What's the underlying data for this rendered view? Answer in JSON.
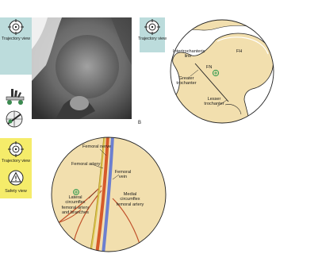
{
  "panel_a": {
    "sidebar": {
      "trajectory_label": "Trajectory view"
    }
  },
  "panel_b": {
    "letter": "B",
    "sidebar": {
      "trajectory_label": "Trajectory view"
    },
    "labels": {
      "fh": "FH",
      "fn": "FN",
      "intertrochanteric": "Intertrochanteric line",
      "greater_trochanter": "Greater trochanter",
      "lesser_trochanter": "Lesser trochanter"
    }
  },
  "panel_c": {
    "sidebar": {
      "trajectory_label": "Trajectory view",
      "safety_label": "Safety view"
    },
    "labels": {
      "femoral_nerve": "Femoral nerve",
      "femoral_artery": "Femoral artery",
      "femoral_vein": "Femoral vein",
      "lateral_circumflex": "Lateral circumflex femoral artery and branches",
      "medial_circumflex": "Medial circumflex femoral artery"
    }
  },
  "colors": {
    "bone": "#f2dfae",
    "sidebar_blue": "#bcdcdc",
    "sidebar_yellow": "#f5ec6a",
    "artery": "#d65a2a",
    "vein": "#6c7fd0",
    "nerve": "#d8c24a",
    "marker_green": "#2f9a4e"
  },
  "icons": [
    "crosshair-target-icon",
    "warning-triangle-icon",
    "hand-instrument-icon",
    "arm-instrument-icon"
  ]
}
